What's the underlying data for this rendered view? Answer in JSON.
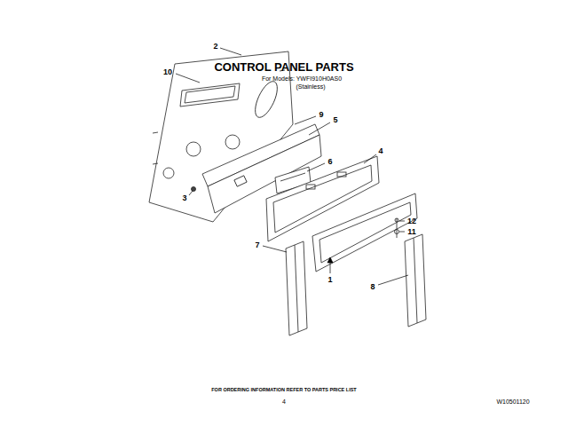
{
  "diagram": {
    "title": "CONTROL PANEL PARTS",
    "labels": [
      "For Models: YWFI910H0AS0",
      "(Stainless)",
      "2",
      "10",
      "9",
      "5",
      "3",
      "6",
      "4",
      "12",
      "11",
      "7",
      "1",
      "8",
      "FOR ORDERING INFORMATION REFER TO PARTS PRICE LIST",
      "4",
      "W10501120"
    ]
  }
}
